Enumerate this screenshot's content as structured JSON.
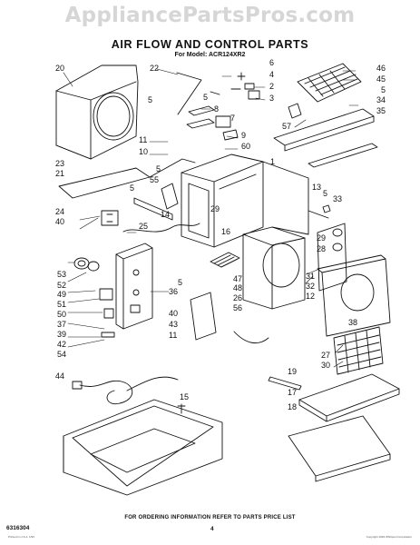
{
  "watermark": "AppliancePartsPros.com",
  "title": "AIR FLOW AND CONTROL PARTS",
  "subtitle": "For Model: ACR124XR2",
  "footer_note": "FOR ORDERING INFORMATION REFER TO PARTS PRICE LIST",
  "document_number": "6316304",
  "page_number": "4",
  "fine_print_left": "Printed in U.S.A. 1/93",
  "fine_print_right": "Copyright 1993 Whirlpool Corporation",
  "callouts": [
    {
      "id": "c20",
      "text": "20"
    },
    {
      "id": "c22",
      "text": "22"
    },
    {
      "id": "c6",
      "text": "6"
    },
    {
      "id": "c4",
      "text": "4"
    },
    {
      "id": "c2",
      "text": "2"
    },
    {
      "id": "c3",
      "text": "3"
    },
    {
      "id": "c5a",
      "text": "5"
    },
    {
      "id": "c5b",
      "text": "5"
    },
    {
      "id": "c8",
      "text": "8"
    },
    {
      "id": "c7",
      "text": "7"
    },
    {
      "id": "c9",
      "text": "9"
    },
    {
      "id": "c60",
      "text": "60"
    },
    {
      "id": "c11a",
      "text": "11"
    },
    {
      "id": "c10",
      "text": "10"
    },
    {
      "id": "c1",
      "text": "1"
    },
    {
      "id": "c46",
      "text": "46"
    },
    {
      "id": "c45",
      "text": "45"
    },
    {
      "id": "c5c",
      "text": "5"
    },
    {
      "id": "c34",
      "text": "34"
    },
    {
      "id": "c35",
      "text": "35"
    },
    {
      "id": "c57",
      "text": "57"
    },
    {
      "id": "c23",
      "text": "23"
    },
    {
      "id": "c21",
      "text": "21"
    },
    {
      "id": "c5d",
      "text": "5"
    },
    {
      "id": "c55",
      "text": "55"
    },
    {
      "id": "c5e",
      "text": "5"
    },
    {
      "id": "c14",
      "text": "14"
    },
    {
      "id": "c24",
      "text": "24"
    },
    {
      "id": "c40a",
      "text": "40"
    },
    {
      "id": "c25",
      "text": "25"
    },
    {
      "id": "c29a",
      "text": "29"
    },
    {
      "id": "c16",
      "text": "16"
    },
    {
      "id": "c13",
      "text": "13"
    },
    {
      "id": "c5f",
      "text": "5"
    },
    {
      "id": "c33",
      "text": "33"
    },
    {
      "id": "c29b",
      "text": "29"
    },
    {
      "id": "c28",
      "text": "28"
    },
    {
      "id": "c53",
      "text": "53"
    },
    {
      "id": "c52",
      "text": "52"
    },
    {
      "id": "c49",
      "text": "49"
    },
    {
      "id": "c51",
      "text": "51"
    },
    {
      "id": "c50",
      "text": "50"
    },
    {
      "id": "c37",
      "text": "37"
    },
    {
      "id": "c39",
      "text": "39"
    },
    {
      "id": "c42",
      "text": "42"
    },
    {
      "id": "c54",
      "text": "54"
    },
    {
      "id": "c36",
      "text": "36"
    },
    {
      "id": "c5g",
      "text": "5"
    },
    {
      "id": "c47",
      "text": "47"
    },
    {
      "id": "c48",
      "text": "48"
    },
    {
      "id": "c26",
      "text": "26"
    },
    {
      "id": "c56",
      "text": "56"
    },
    {
      "id": "c40b",
      "text": "40"
    },
    {
      "id": "c43",
      "text": "43"
    },
    {
      "id": "c11b",
      "text": "11"
    },
    {
      "id": "c31",
      "text": "31"
    },
    {
      "id": "c32",
      "text": "32"
    },
    {
      "id": "c12",
      "text": "12"
    },
    {
      "id": "c38",
      "text": "38"
    },
    {
      "id": "c27",
      "text": "27"
    },
    {
      "id": "c30",
      "text": "30"
    },
    {
      "id": "c19",
      "text": "19"
    },
    {
      "id": "c44",
      "text": "44"
    },
    {
      "id": "c17",
      "text": "17"
    },
    {
      "id": "c18",
      "text": "18"
    },
    {
      "id": "c15",
      "text": "15"
    }
  ]
}
